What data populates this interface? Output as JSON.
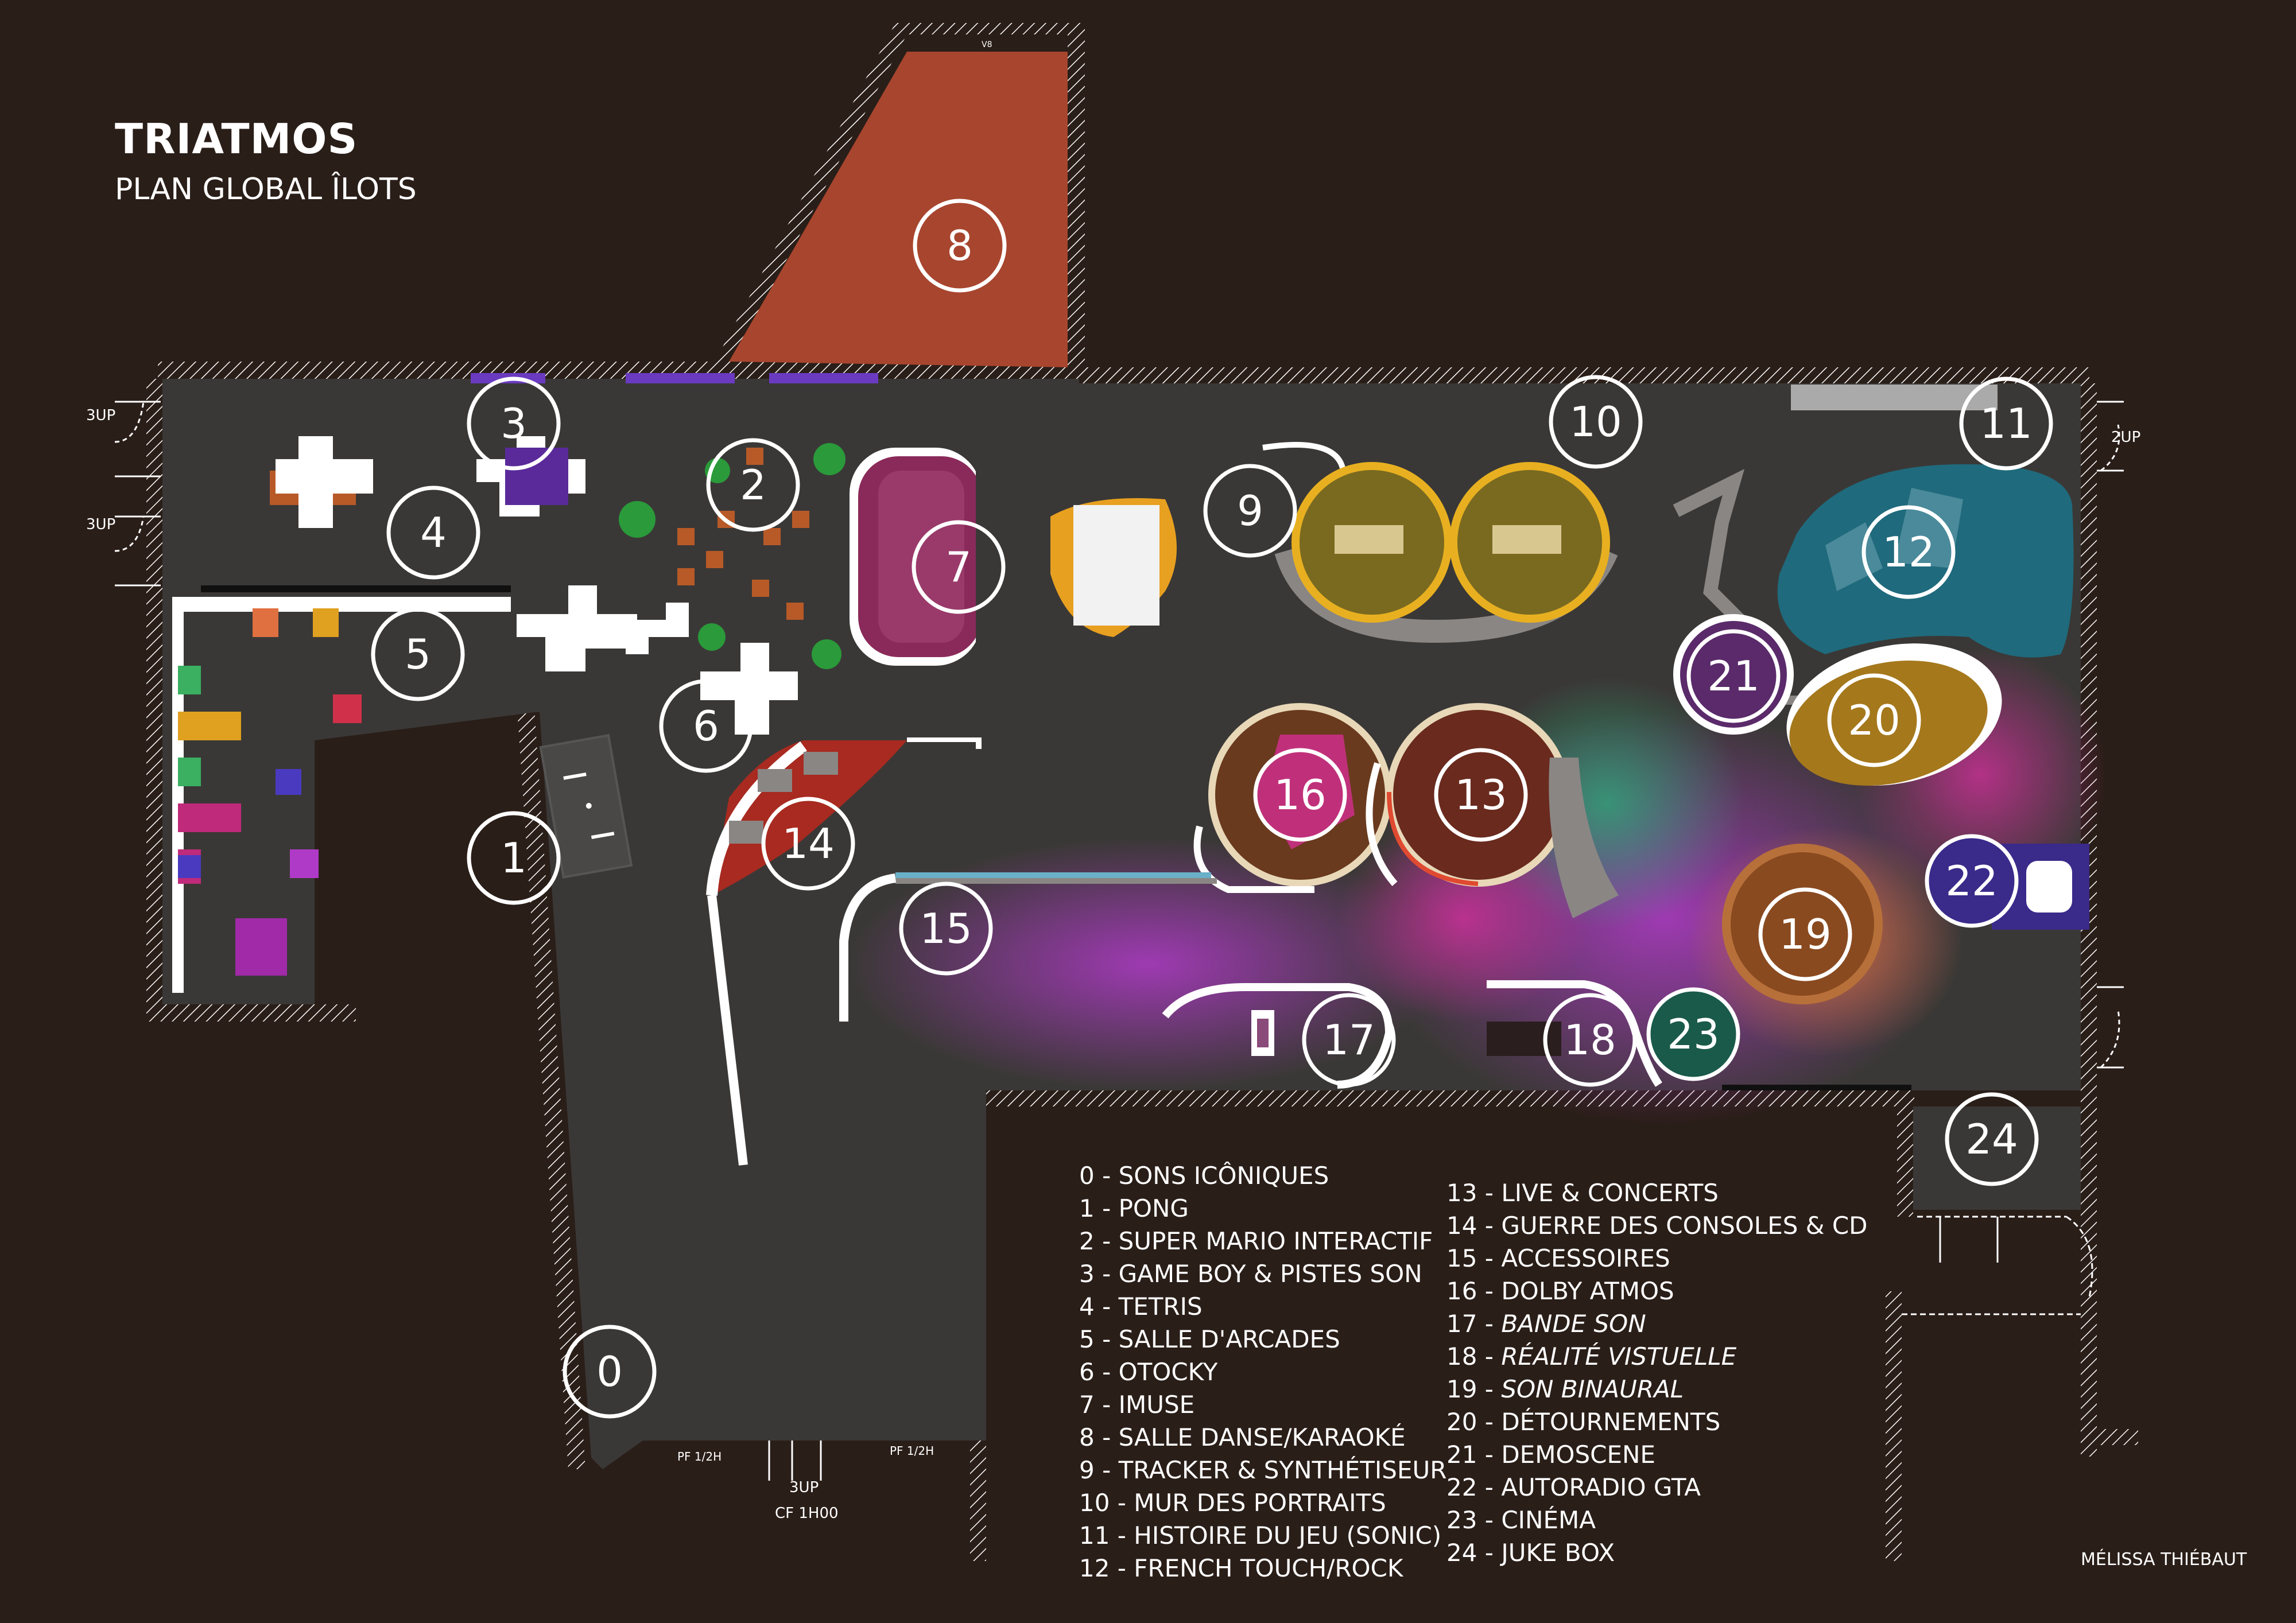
{
  "title": "TRIATMOS",
  "subtitle": "PLAN GLOBAL ÎLOTS",
  "credit": "MÉLISSA THIÉBAUT",
  "door_labels": {
    "up_left_1": "3UP",
    "up_left_2": "3UP",
    "up_right": "2UP",
    "up_bottom": "3UP",
    "cf": "CF 1H00",
    "pf_left": "PF 1/2H",
    "pf_right": "PF 1/2H",
    "top_small": "V8"
  },
  "markers": [
    "0",
    "1",
    "2",
    "3",
    "4",
    "5",
    "6",
    "7",
    "8",
    "9",
    "10",
    "11",
    "12",
    "13",
    "14",
    "15",
    "16",
    "17",
    "18",
    "19",
    "20",
    "21",
    "22",
    "23",
    "24"
  ],
  "legend_col1": [
    "0 - SONS ICÔNIQUES",
    "1 - PONG",
    "2 - SUPER MARIO INTERACTIF",
    "3 - GAME BOY & PISTES SON",
    "4 - TETRIS",
    "5 - SALLE D'ARCADES",
    "6 - OTOCKY",
    "7 - IMUSE",
    "8 - SALLE DANSE/KARAOKÉ",
    "9 - TRACKER & SYNTHÉTISEUR",
    "10 - MUR DES PORTRAITS",
    "11 - HISTOIRE DU JEU (SONIC)",
    "12 - FRENCH TOUCH/ROCK"
  ],
  "legend_col2": [
    {
      "num": "13 - ",
      "label": "LIVE & CONCERTS",
      "italic": false
    },
    {
      "num": "14 - ",
      "label": "GUERRE DES CONSOLES & CD",
      "italic": false
    },
    {
      "num": "15 - ",
      "label": "ACCESSOIRES",
      "italic": false
    },
    {
      "num": "16 - ",
      "label": "DOLBY ATMOS",
      "italic": false
    },
    {
      "num": "17 - ",
      "label": "BANDE SON",
      "italic": true
    },
    {
      "num": "18 - ",
      "label": "RÉALITÉ VISTUELLE",
      "italic": true
    },
    {
      "num": "19 - ",
      "label": "SON BINAURAL",
      "italic": true
    },
    {
      "num": "20 - ",
      "label": "DÉTOURNEMENTS",
      "italic": false
    },
    {
      "num": "21 - ",
      "label": "DEMOSCENE",
      "italic": false
    },
    {
      "num": "22 - ",
      "label": "AUTORADIO GTA",
      "italic": false
    },
    {
      "num": "23 - ",
      "label": "CINÉMA",
      "italic": false
    },
    {
      "num": "24 - ",
      "label": "JUKE BOX",
      "italic": false
    }
  ],
  "colors": {
    "background": "#2a1e18",
    "floor": "#3a3836",
    "salle8": "#a8452e",
    "imuse": "#8a2a5a",
    "island12": "#1f6a7c",
    "island20": "#a5781c",
    "island21": "#5a2a6a",
    "island22": "#3a2a8a",
    "island16": "#c0307a",
    "island13": "#6a2a1e",
    "island19": "#8a4a20"
  }
}
